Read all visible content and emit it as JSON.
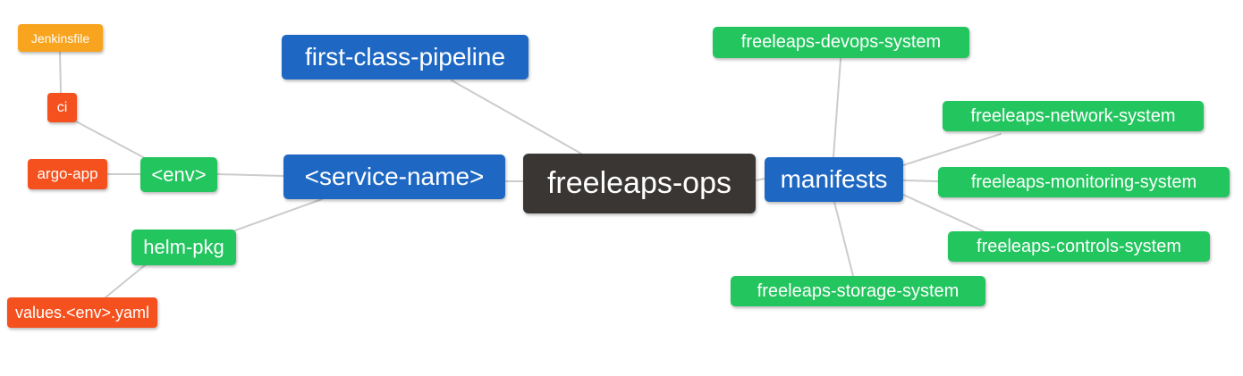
{
  "diagram": {
    "type": "mindmap",
    "root": "freeleaps_ops",
    "edge_color": "#cccccc",
    "text_color": "#ffffff",
    "background": "#ffffff",
    "colors": {
      "blue": "#1e68c3",
      "green": "#22c55e",
      "red": "#f4511e",
      "orange": "#f8a41e",
      "dark": "#3a3633"
    },
    "nodes": {
      "jenkinsfile": {
        "label": "Jenkinsfile",
        "color": "orange"
      },
      "ci": {
        "label": "ci",
        "color": "red"
      },
      "argo_app": {
        "label": "argo-app",
        "color": "red"
      },
      "env": {
        "label": "<env>",
        "color": "green"
      },
      "helm_pkg": {
        "label": "helm-pkg",
        "color": "green"
      },
      "values_env_yaml": {
        "label": "values.<env>.yaml",
        "color": "red"
      },
      "first_class_pipeline": {
        "label": "first-class-pipeline",
        "color": "blue"
      },
      "service_name": {
        "label": "<service-name>",
        "color": "blue"
      },
      "freeleaps_ops": {
        "label": "freeleaps-ops",
        "color": "dark"
      },
      "manifests": {
        "label": "manifests",
        "color": "blue"
      },
      "devops_system": {
        "label": "freeleaps-devops-system",
        "color": "green"
      },
      "network_system": {
        "label": "freeleaps-network-system",
        "color": "green"
      },
      "monitoring_system": {
        "label": "freeleaps-monitoring-system",
        "color": "green"
      },
      "controls_system": {
        "label": "freeleaps-controls-system",
        "color": "green"
      },
      "storage_system": {
        "label": "freeleaps-storage-system",
        "color": "green"
      }
    },
    "edges": [
      {
        "from": "jenkinsfile",
        "to": "ci"
      },
      {
        "from": "ci",
        "to": "env"
      },
      {
        "from": "argo_app",
        "to": "env"
      },
      {
        "from": "env",
        "to": "service_name"
      },
      {
        "from": "helm_pkg",
        "to": "service_name"
      },
      {
        "from": "helm_pkg",
        "to": "values_env_yaml"
      },
      {
        "from": "first_class_pipeline",
        "to": "freeleaps_ops"
      },
      {
        "from": "service_name",
        "to": "freeleaps_ops"
      },
      {
        "from": "freeleaps_ops",
        "to": "manifests"
      },
      {
        "from": "manifests",
        "to": "devops_system"
      },
      {
        "from": "manifests",
        "to": "network_system"
      },
      {
        "from": "manifests",
        "to": "monitoring_system"
      },
      {
        "from": "manifests",
        "to": "controls_system"
      },
      {
        "from": "manifests",
        "to": "storage_system"
      }
    ]
  }
}
